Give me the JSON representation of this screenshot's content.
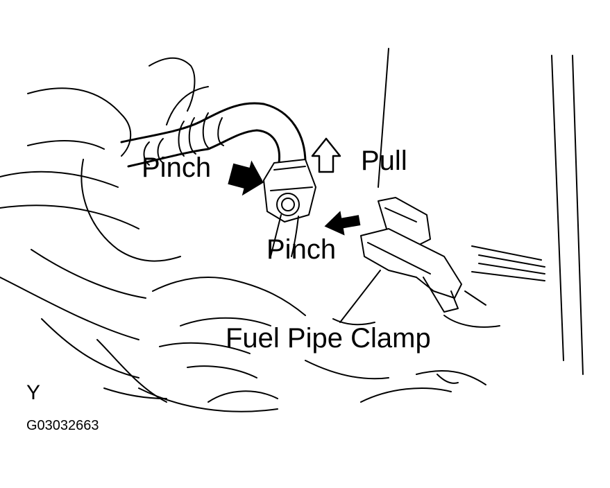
{
  "labels": {
    "pinch_left": "Pinch",
    "pinch_bottom": "Pinch",
    "pull": "Pull",
    "fuel_pipe_clamp": "Fuel Pipe Clamp",
    "view_letter": "Y",
    "figure_code": "G03032663"
  },
  "colors": {
    "line": "#000000",
    "background": "#ffffff"
  },
  "icons": {
    "pinch_arrow": "solid-black-arrow",
    "pull_arrow": "hollow-up-arrow"
  }
}
